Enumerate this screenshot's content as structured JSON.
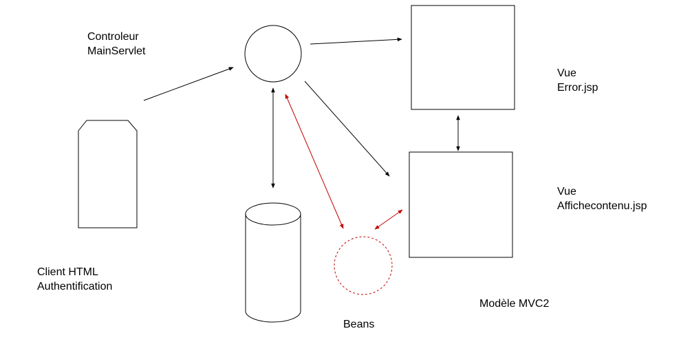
{
  "labels": {
    "controller": {
      "line1": "Controleur",
      "line2": "MainServlet"
    },
    "client": {
      "line1": "Client HTML",
      "line2": "Authentification"
    },
    "view_error": {
      "line1": "Vue",
      "line2": "Error.jsp"
    },
    "view_content": {
      "line1": "Vue",
      "line2": "Affichecontenu.jsp"
    },
    "beans": "Beans",
    "model_caption": "Modèle MVC2"
  },
  "colors": {
    "stroke": "#000000",
    "highlight": "#c00000",
    "background": "#ffffff"
  }
}
